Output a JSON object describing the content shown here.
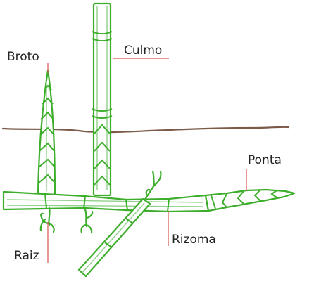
{
  "diagram": {
    "labels": {
      "broto": "Broto",
      "culmo": "Culmo",
      "ponta": "Ponta",
      "raiz": "Raiz",
      "rizoma": "Rizoma"
    },
    "colors": {
      "plant_outline": "#3dae2b",
      "plant_inner": "#8fd18a",
      "soil_line": "#7a5a48",
      "leader_line": "#d9534f",
      "text": "#222222"
    }
  }
}
